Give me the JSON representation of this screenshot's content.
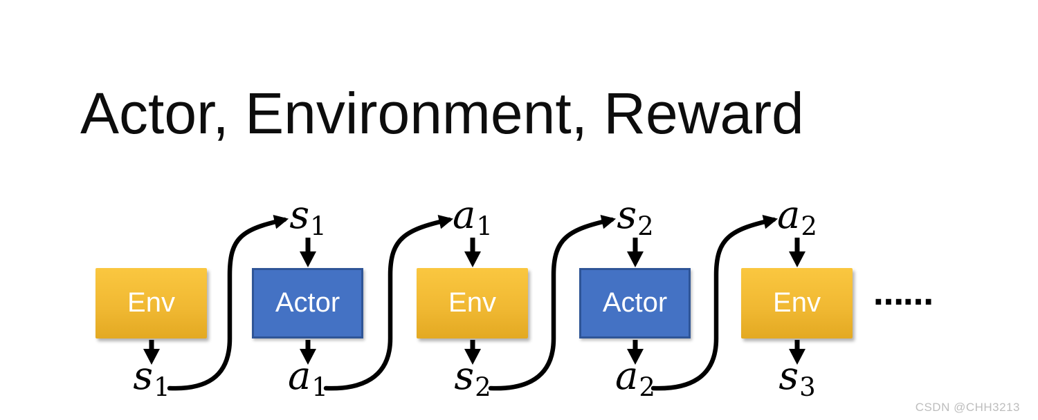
{
  "slide": {
    "title": "Actor, Environment, Reward",
    "ellipsis": "……",
    "watermark": "CSDN @CHH3213"
  },
  "diagram": {
    "boxes": [
      {
        "id": "env-1",
        "kind": "env",
        "label": "Env",
        "top_label": null,
        "bottom_label": {
          "letter": "s",
          "sub": "1"
        }
      },
      {
        "id": "actor-1",
        "kind": "actor",
        "label": "Actor",
        "top_label": {
          "letter": "s",
          "sub": "1"
        },
        "bottom_label": {
          "letter": "a",
          "sub": "1"
        }
      },
      {
        "id": "env-2",
        "kind": "env",
        "label": "Env",
        "top_label": {
          "letter": "a",
          "sub": "1"
        },
        "bottom_label": {
          "letter": "s",
          "sub": "2"
        }
      },
      {
        "id": "actor-2",
        "kind": "actor",
        "label": "Actor",
        "top_label": {
          "letter": "s",
          "sub": "2"
        },
        "bottom_label": {
          "letter": "a",
          "sub": "2"
        }
      },
      {
        "id": "env-3",
        "kind": "env",
        "label": "Env",
        "top_label": {
          "letter": "a",
          "sub": "2"
        },
        "bottom_label": {
          "letter": "s",
          "sub": "3"
        }
      }
    ],
    "flow": [
      "s1: Env out -> Actor in",
      "a1: Actor out -> Env in",
      "s2: Env out -> Actor in",
      "a2: Actor out -> Env in"
    ],
    "colors": {
      "env_gradient_top": "#FAC740",
      "env_gradient_bottom": "#E3A922",
      "actor_fill": "#4472C4",
      "actor_border": "#2F5597",
      "arrow": "#000000",
      "box_text": "#FFFFFF",
      "title_text": "#0D0D0D",
      "watermark_text": "#BDBDBD"
    }
  }
}
